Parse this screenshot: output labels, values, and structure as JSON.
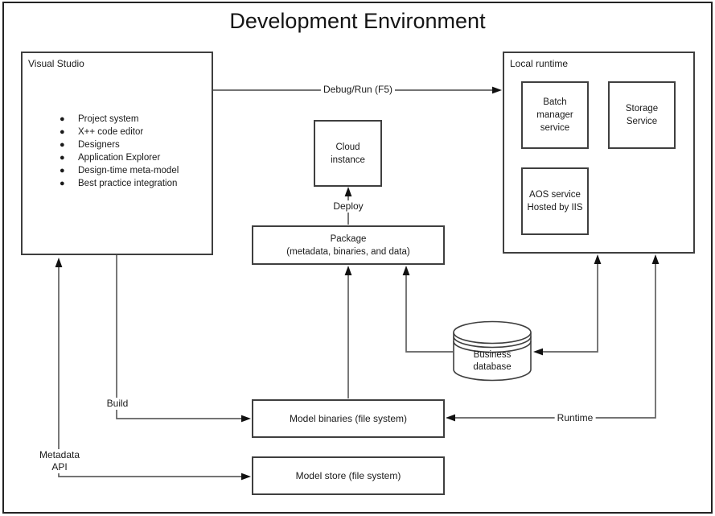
{
  "title": "Development Environment",
  "visual_studio": {
    "label": "Visual Studio",
    "items": [
      "Project system",
      "X++ code editor",
      "Designers",
      "Application Explorer",
      "Design-time meta-model",
      "Best practice integration"
    ]
  },
  "local_runtime": {
    "label": "Local runtime",
    "batch_service": "Batch\nmanager\nservice",
    "storage_service": "Storage\nService",
    "aos_service": "AOS service\nHosted by IIS"
  },
  "cloud_instance": "Cloud\ninstance",
  "package": {
    "title": "Package",
    "subtitle": "(metadata, binaries, and data)"
  },
  "business_database": "Business\ndatabase",
  "model_binaries": "Model binaries (file system)",
  "model_store": "Model store (file system)",
  "edge_labels": {
    "debug_run": "Debug/Run (F5)",
    "deploy": "Deploy",
    "build": "Build",
    "metadata_api": "Metadata\nAPI",
    "runtime": "Runtime"
  },
  "colors": {
    "connector": "#616161",
    "box_border": "#3f3f3f",
    "arrowhead": "#111111",
    "text": "#1a1a1a"
  }
}
